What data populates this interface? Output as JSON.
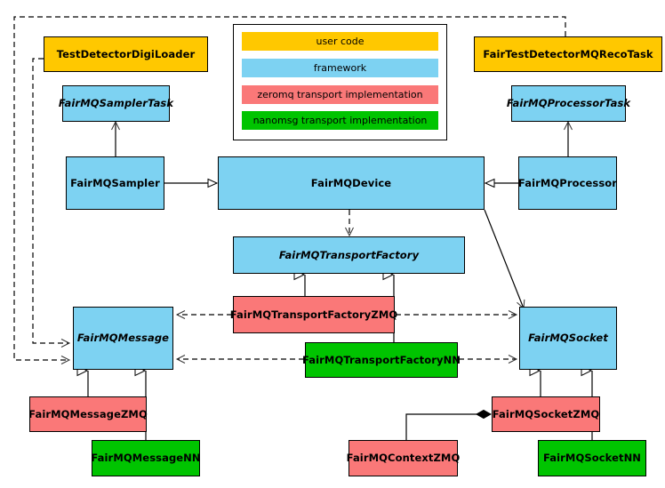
{
  "diagram": {
    "title": "FairMQ class diagram",
    "type": "uml-class-diagram",
    "colors": {
      "user_code": "#ffc800",
      "framework": "#7dd2f2",
      "zeromq": "#fa7878",
      "nanomsg": "#00c400",
      "line": "#000000",
      "background": "#ffffff"
    }
  },
  "legend": {
    "items": [
      {
        "label": "user code",
        "color": "#ffc800"
      },
      {
        "label": "framework",
        "color": "#7dd2f2"
      },
      {
        "label": "zeromq transport implementation",
        "color": "#fa7878"
      },
      {
        "label": "nanomsg transport implementation",
        "color": "#00c400"
      }
    ]
  },
  "nodes": [
    {
      "id": "TestDetectorDigiLoader",
      "label": "TestDetectorDigiLoader",
      "category": "user code",
      "abstract": false
    },
    {
      "id": "FairTestDetectorMQRecoTask",
      "label": "FairTestDetectorMQRecoTask",
      "category": "user code",
      "abstract": false
    },
    {
      "id": "FairMQSamplerTask",
      "label": "FairMQSamplerTask",
      "category": "framework",
      "abstract": true
    },
    {
      "id": "FairMQProcessorTask",
      "label": "FairMQProcessorTask",
      "category": "framework",
      "abstract": true
    },
    {
      "id": "FairMQSampler",
      "label": "FairMQSampler",
      "category": "framework",
      "abstract": false
    },
    {
      "id": "FairMQDevice",
      "label": "FairMQDevice",
      "category": "framework",
      "abstract": false
    },
    {
      "id": "FairMQProcessor",
      "label": "FairMQProcessor",
      "category": "framework",
      "abstract": false
    },
    {
      "id": "FairMQTransportFactory",
      "label": "FairMQTransportFactory",
      "category": "framework",
      "abstract": true
    },
    {
      "id": "FairMQTransportFactoryZMQ",
      "label": "FairMQTransportFactoryZMQ",
      "category": "zeromq",
      "abstract": false
    },
    {
      "id": "FairMQTransportFactoryNN",
      "label": "FairMQTransportFactoryNN",
      "category": "nanomsg",
      "abstract": false
    },
    {
      "id": "FairMQMessage",
      "label": "FairMQMessage",
      "category": "framework",
      "abstract": true
    },
    {
      "id": "FairMQSocket",
      "label": "FairMQSocket",
      "category": "framework",
      "abstract": true
    },
    {
      "id": "FairMQMessageZMQ",
      "label": "FairMQMessageZMQ",
      "category": "zeromq",
      "abstract": false
    },
    {
      "id": "FairMQMessageNN",
      "label": "FairMQMessageNN",
      "category": "nanomsg",
      "abstract": false
    },
    {
      "id": "FairMQSocketZMQ",
      "label": "FairMQSocketZMQ",
      "category": "zeromq",
      "abstract": false
    },
    {
      "id": "FairMQSocketNN",
      "label": "FairMQSocketNN",
      "category": "nanomsg",
      "abstract": false
    },
    {
      "id": "FairMQContextZMQ",
      "label": "FairMQContextZMQ",
      "category": "zeromq",
      "abstract": false
    }
  ],
  "edges": [
    {
      "from": "TestDetectorDigiLoader",
      "to": "FairMQSamplerTask",
      "type": "inheritance"
    },
    {
      "from": "FairTestDetectorMQRecoTask",
      "to": "FairMQProcessorTask",
      "type": "inheritance"
    },
    {
      "from": "FairMQSampler",
      "to": "FairMQSamplerTask",
      "type": "association"
    },
    {
      "from": "FairMQProcessor",
      "to": "FairMQProcessorTask",
      "type": "association"
    },
    {
      "from": "FairMQSampler",
      "to": "FairMQDevice",
      "type": "inheritance"
    },
    {
      "from": "FairMQProcessor",
      "to": "FairMQDevice",
      "type": "inheritance"
    },
    {
      "from": "FairMQDevice",
      "to": "FairMQTransportFactory",
      "type": "dependency"
    },
    {
      "from": "FairMQDevice",
      "to": "FairMQSocket",
      "type": "association"
    },
    {
      "from": "FairMQTransportFactoryZMQ",
      "to": "FairMQTransportFactory",
      "type": "inheritance"
    },
    {
      "from": "FairMQTransportFactoryNN",
      "to": "FairMQTransportFactory",
      "type": "inheritance"
    },
    {
      "from": "FairMQTransportFactoryZMQ",
      "to": "FairMQMessage",
      "type": "dependency"
    },
    {
      "from": "FairMQTransportFactoryZMQ",
      "to": "FairMQSocket",
      "type": "dependency"
    },
    {
      "from": "FairMQTransportFactoryNN",
      "to": "FairMQMessage",
      "type": "dependency"
    },
    {
      "from": "FairMQTransportFactoryNN",
      "to": "FairMQSocket",
      "type": "dependency"
    },
    {
      "from": "TestDetectorDigiLoader",
      "to": "FairMQMessage",
      "type": "dependency"
    },
    {
      "from": "FairTestDetectorMQRecoTask",
      "to": "FairMQMessage",
      "type": "dependency"
    },
    {
      "from": "FairMQMessageZMQ",
      "to": "FairMQMessage",
      "type": "inheritance"
    },
    {
      "from": "FairMQMessageNN",
      "to": "FairMQMessage",
      "type": "inheritance"
    },
    {
      "from": "FairMQSocketZMQ",
      "to": "FairMQSocket",
      "type": "inheritance"
    },
    {
      "from": "FairMQSocketNN",
      "to": "FairMQSocket",
      "type": "inheritance"
    },
    {
      "from": "FairMQSocketZMQ",
      "to": "FairMQContextZMQ",
      "type": "composition"
    }
  ]
}
